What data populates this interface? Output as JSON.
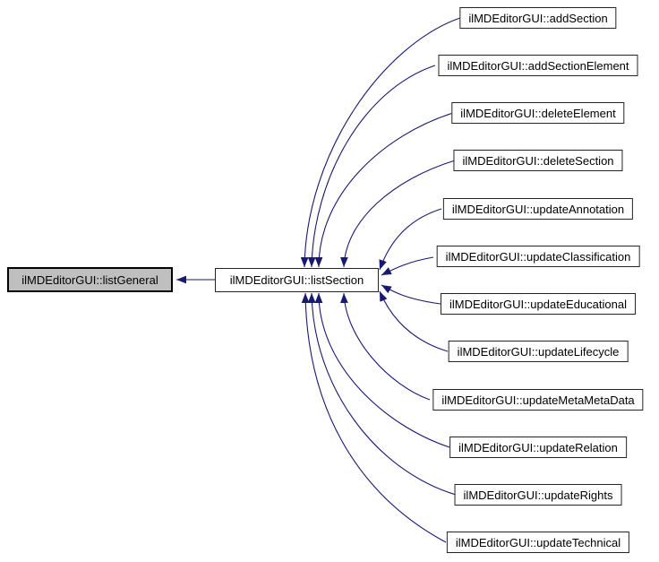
{
  "diagram": {
    "kind": "doxygen-caller-graph",
    "background_color": "#ffffff",
    "edge_color": "#191970",
    "node_border_color": "#242424",
    "focus_node": {
      "label": "ilMDEditorGUI::listGeneral",
      "fill": "#bfbfbf"
    },
    "hub_node": {
      "label": "ilMDEditorGUI::listSection",
      "fill": "#ffffff"
    },
    "caller_nodes": [
      {
        "label": "ilMDEditorGUI::addSection"
      },
      {
        "label": "ilMDEditorGUI::addSectionElement"
      },
      {
        "label": "ilMDEditorGUI::deleteElement"
      },
      {
        "label": "ilMDEditorGUI::deleteSection"
      },
      {
        "label": "ilMDEditorGUI::updateAnnotation"
      },
      {
        "label": "ilMDEditorGUI::updateClassification"
      },
      {
        "label": "ilMDEditorGUI::updateEducational"
      },
      {
        "label": "ilMDEditorGUI::updateLifecycle"
      },
      {
        "label": "ilMDEditorGUI::updateMetaMetaData"
      },
      {
        "label": "ilMDEditorGUI::updateRelation"
      },
      {
        "label": "ilMDEditorGUI::updateRights"
      },
      {
        "label": "ilMDEditorGUI::updateTechnical"
      }
    ],
    "edges": [
      {
        "from": "ilMDEditorGUI::listSection",
        "to": "ilMDEditorGUI::listGeneral"
      },
      {
        "from": "ilMDEditorGUI::addSection",
        "to": "ilMDEditorGUI::listSection"
      },
      {
        "from": "ilMDEditorGUI::addSectionElement",
        "to": "ilMDEditorGUI::listSection"
      },
      {
        "from": "ilMDEditorGUI::deleteElement",
        "to": "ilMDEditorGUI::listSection"
      },
      {
        "from": "ilMDEditorGUI::deleteSection",
        "to": "ilMDEditorGUI::listSection"
      },
      {
        "from": "ilMDEditorGUI::updateAnnotation",
        "to": "ilMDEditorGUI::listSection"
      },
      {
        "from": "ilMDEditorGUI::updateClassification",
        "to": "ilMDEditorGUI::listSection"
      },
      {
        "from": "ilMDEditorGUI::updateEducational",
        "to": "ilMDEditorGUI::listSection"
      },
      {
        "from": "ilMDEditorGUI::updateLifecycle",
        "to": "ilMDEditorGUI::listSection"
      },
      {
        "from": "ilMDEditorGUI::updateMetaMetaData",
        "to": "ilMDEditorGUI::listSection"
      },
      {
        "from": "ilMDEditorGUI::updateRelation",
        "to": "ilMDEditorGUI::listSection"
      },
      {
        "from": "ilMDEditorGUI::updateRights",
        "to": "ilMDEditorGUI::listSection"
      },
      {
        "from": "ilMDEditorGUI::updateTechnical",
        "to": "ilMDEditorGUI::listSection"
      }
    ]
  }
}
